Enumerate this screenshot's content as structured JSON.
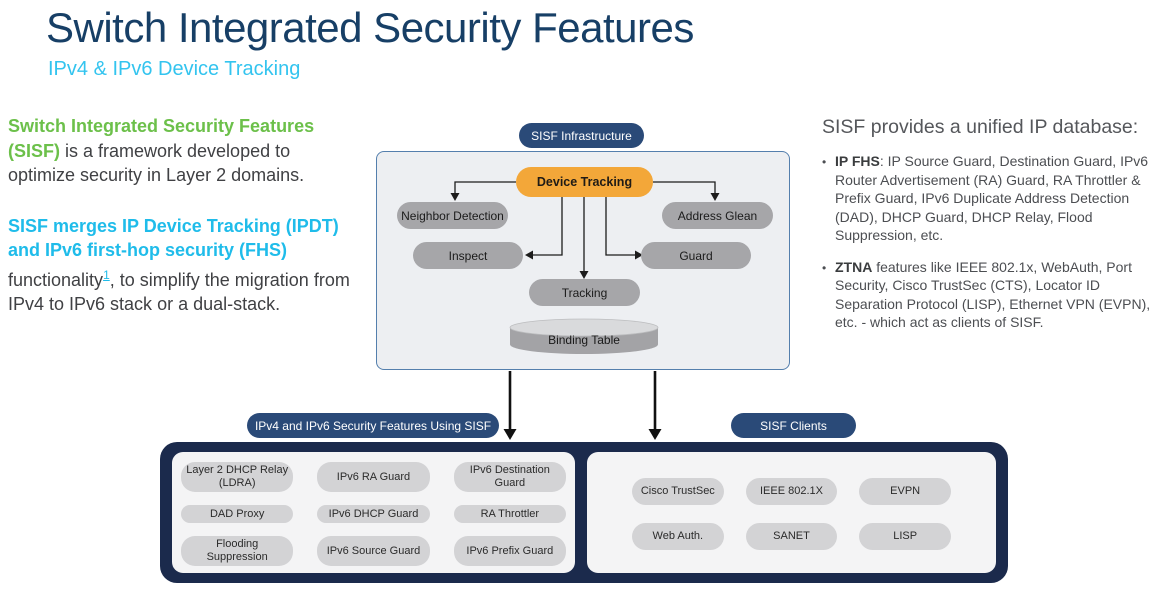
{
  "slide": {
    "title": "Switch Integrated Security Features",
    "subtitle": "IPv4 & IPv6 Device Tracking"
  },
  "left_text": {
    "p1_highlight": "Switch Integrated Security Features (SISF)",
    "p1_rest": " is a framework developed to optimize security in Layer 2 domains.",
    "p2_highlight": "SISF merges IP Device Tracking (IPDT) and IPv6 first-hop security (FHS)",
    "p2_mid": " functionality",
    "p2_footnote": "1",
    "p2_rest": ", to simplify the migration from IPv4 to IPv6 stack or a dual-stack."
  },
  "right_text": {
    "heading": "SISF provides a unified IP database:",
    "bullet_char": "•",
    "bullets": [
      {
        "lead": "IP FHS",
        "text": ": IP Source Guard, Destination Guard, IPv6 Router Advertisement (RA) Guard, RA Throttler & Prefix Guard, IPv6 Duplicate Address Detection (DAD), DHCP Guard, DHCP Relay, Flood Suppression, etc."
      },
      {
        "lead": "ZTNA",
        "text": " features like IEEE 802.1x, WebAuth, Port Security, Cisco TrustSec (CTS), Locator ID Separation Protocol (LISP), Ethernet VPN (EVPN), etc. - which act as clients of SISF."
      }
    ]
  },
  "diagram": {
    "infrastructure_label": "SISF Infrastructure",
    "device_tracking": "Device Tracking",
    "nodes": {
      "neighbor_detection": "Neighbor Detection",
      "address_glean": "Address Glean",
      "inspect": "Inspect",
      "guard": "Guard",
      "tracking": "Tracking",
      "binding_table": "Binding Table"
    }
  },
  "bottom": {
    "features_label": "IPv4 and IPv6 Security Features Using SISF",
    "clients_label": "SISF Clients",
    "features": [
      "Layer 2 DHCP Relay (LDRA)",
      "IPv6 RA Guard",
      "IPv6 Destination Guard",
      "DAD Proxy",
      "IPv6 DHCP Guard",
      "RA Throttler",
      "Flooding Suppression",
      "IPv6 Source Guard",
      "IPv6 Prefix Guard"
    ],
    "clients": [
      "Cisco TrustSec",
      "IEEE 802.1X",
      "EVPN",
      "Web Auth.",
      "SANET",
      "LISP"
    ]
  },
  "colors": {
    "title_navy": "#173f66",
    "accent_cyan": "#1fbcea",
    "accent_green": "#6cc04a",
    "pill_navy": "#2a4a78",
    "device_tracking_orange": "#f3a739",
    "node_gray": "#a6a6a9",
    "feature_pill_gray": "#d3d3d5",
    "dark_container_navy": "#1b2a4c"
  }
}
